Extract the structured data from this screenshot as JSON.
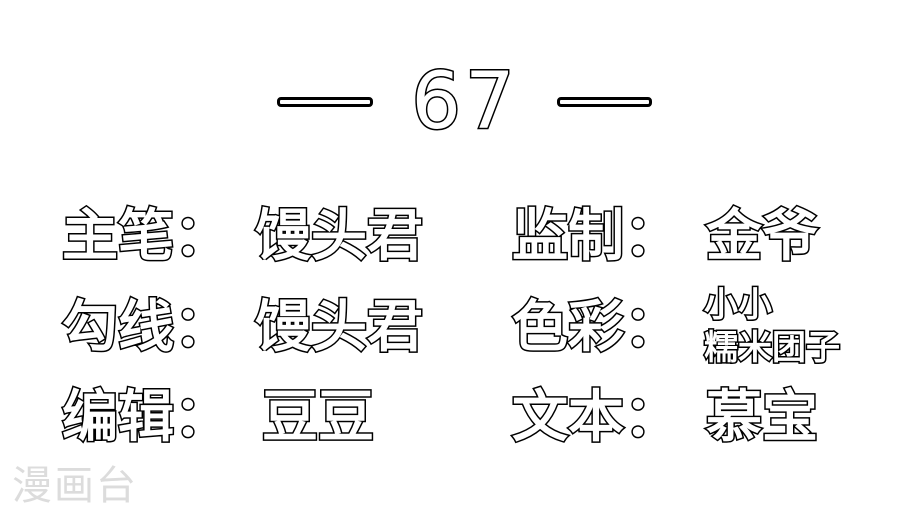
{
  "chapter": {
    "number": "67",
    "dash_left": "—",
    "dash_right": "—"
  },
  "credits": {
    "left": [
      {
        "label": "主笔：",
        "value": "馒头君"
      },
      {
        "label": "勾线：",
        "value": "馒头君"
      },
      {
        "label": "编辑：",
        "value": "豆豆"
      }
    ],
    "right": [
      {
        "label": "监制：",
        "value": "金爷"
      },
      {
        "label": "色彩：",
        "value_line1": "小小",
        "value_line2": "糯米团子"
      },
      {
        "label": "文本：",
        "value": "慕宝"
      }
    ]
  },
  "watermark": "漫画台",
  "colors": {
    "background": "#ffffff",
    "stroke": "#000000",
    "fill": "#ffffff",
    "watermark": "#dcdcdc"
  }
}
